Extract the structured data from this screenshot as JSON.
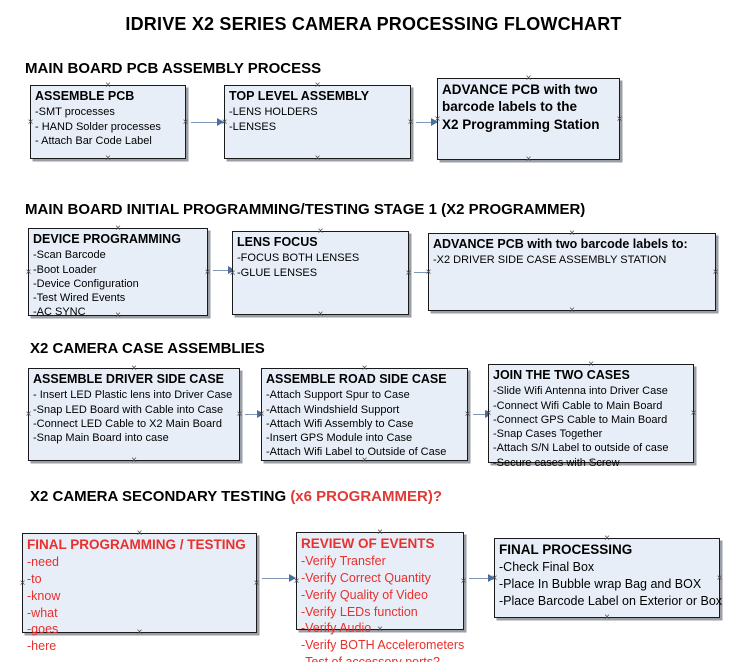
{
  "document": {
    "title": "IDRIVE X2  SERIES CAMERA PROCESSING FLOWCHART"
  },
  "sections": [
    {
      "id": "main-board-pcb-assembly-process",
      "heading": "MAIN BOARD PCB ASSEMBLY PROCESS",
      "heading_accent": "",
      "nodes": [
        {
          "id": "assemble-pcb",
          "title": "ASSEMBLE PCB",
          "lines": [
            "-SMT processes",
            "- HAND Solder processes",
            "- Attach Bar Code Label"
          ]
        },
        {
          "id": "top-level-assembly",
          "title": "TOP LEVEL ASSEMBLY",
          "lines": [
            "-LENS HOLDERS",
            "-LENSES"
          ]
        },
        {
          "id": "advance-pcb-programming-station",
          "title": "ADVANCE PCB with two",
          "lines": [
            "barcode labels to the",
            " X2 Programming Station"
          ]
        }
      ]
    },
    {
      "id": "main-board-initial-programming-testing",
      "heading": "MAIN BOARD INITIAL PROGRAMMING/TESTING STAGE 1 (X2 PROGRAMMER)",
      "heading_accent": "",
      "nodes": [
        {
          "id": "device-programming",
          "title": "DEVICE PROGRAMMING",
          "lines": [
            "-Scan Barcode",
            "-Boot Loader",
            "-Device Configuration",
            "-Test Wired Events",
            "-AC SYNC"
          ]
        },
        {
          "id": "lens-focus",
          "title": "LENS FOCUS",
          "lines": [
            "-FOCUS BOTH LENSES",
            "-GLUE LENSES"
          ]
        },
        {
          "id": "advance-pcb-driver-side-case",
          "title": "ADVANCE PCB with two barcode labels to:",
          "lines": [
            "-X2 DRIVER  SIDE  CASE  ASSEMBLY STATION"
          ]
        }
      ]
    },
    {
      "id": "x2-camera-case-assemblies",
      "heading": "X2 CAMERA CASE ASSEMBLIES",
      "heading_accent": "",
      "nodes": [
        {
          "id": "assemble-driver-side-case",
          "title": "ASSEMBLE DRIVER SIDE CASE",
          "lines": [
            "- Insert LED Plastic lens into Driver Case",
            "-Snap LED Board with Cable into Case",
            "-Connect LED Cable to X2 Main Board",
            "-Snap Main Board into case"
          ]
        },
        {
          "id": "assemble-road-side-case",
          "title": "ASSEMBLE ROAD SIDE CASE",
          "lines": [
            "-Attach Support Spur to Case",
            "-Attach Windshield Support",
            "-Attach Wifi Assembly to Case",
            "-Insert GPS Module into Case",
            "-Attach Wifi Label to Outside of Case"
          ]
        },
        {
          "id": "join-the-two-cases",
          "title": "JOIN THE TWO CASES",
          "lines": [
            "-Slide Wifi Antenna into Driver Case",
            "-Connect Wifi Cable to Main Board",
            "-Connect GPS Cable to Main Board",
            "-Snap Cases Together",
            "-Attach S/N Label to outside of case",
            "-Secure cases with Screw"
          ]
        }
      ]
    },
    {
      "id": "x2-camera-secondary-testing",
      "heading": "X2 CAMERA SECONDARY TESTING ",
      "heading_accent": "(x6 PROGRAMMER)?",
      "nodes": [
        {
          "id": "final-programming-testing",
          "title": "FINAL PROGRAMMING / TESTING",
          "lines": [
            "-need",
            "-to",
            "-know",
            "-what",
            "-goes",
            "-here"
          ]
        },
        {
          "id": "review-of-events",
          "title": "REVIEW OF EVENTS",
          "lines": [
            "-Verify Transfer",
            "-Verify Correct Quantity",
            "-Verify Quality of Video",
            "-Verify LEDs function",
            "-Verify Audio",
            "-Verify BOTH Accelerometers",
            "-Test of accessory ports?"
          ]
        },
        {
          "id": "final-processing",
          "title": "FINAL PROCESSING",
          "lines": [
            " -Check Final Box",
            "-Place In Bubble wrap Bag and BOX",
            "-Place Barcode Label on Exterior or Box"
          ]
        }
      ]
    }
  ],
  "colors": {
    "node_fill": "#e8eef8",
    "node_border": "#1a1a1a",
    "accent_red": "#e8302c",
    "arrow": "#7f97b4",
    "text": "#000000"
  }
}
